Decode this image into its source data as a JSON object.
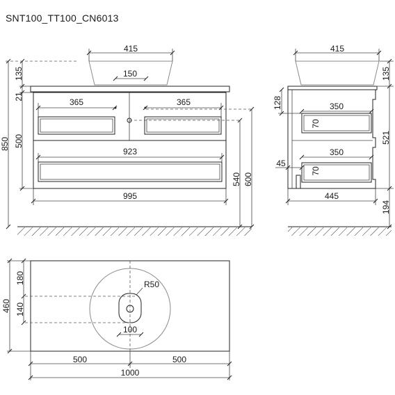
{
  "title": "SNT100_TT100_CN6013",
  "front_view": {
    "basin_width": "415",
    "drain_width": "150",
    "basin_height": "135",
    "top_thickness": "21",
    "drawer_height": "500",
    "total_height": "850",
    "left_handle": "365",
    "right_handle": "365",
    "bottom_handle": "923",
    "cabinet_width": "995",
    "side_height_540": "540",
    "side_height_600": "600"
  },
  "side_view": {
    "basin_width": "415",
    "basin_height": "135",
    "top_offset": "128",
    "upper_drawer_depth": "350",
    "upper_drawer_height": "70",
    "lower_drawer_depth": "350",
    "lower_drawer_height": "70",
    "plinth_offset": "45",
    "cabinet_depth": "445",
    "cabinet_height": "521",
    "floor_gap": "194"
  },
  "top_view": {
    "depth_180": "180",
    "depth_140": "140",
    "total_depth": "460",
    "radius": "R50",
    "drain": "100",
    "half_left": "500",
    "half_right": "500",
    "total_width": "1000"
  }
}
